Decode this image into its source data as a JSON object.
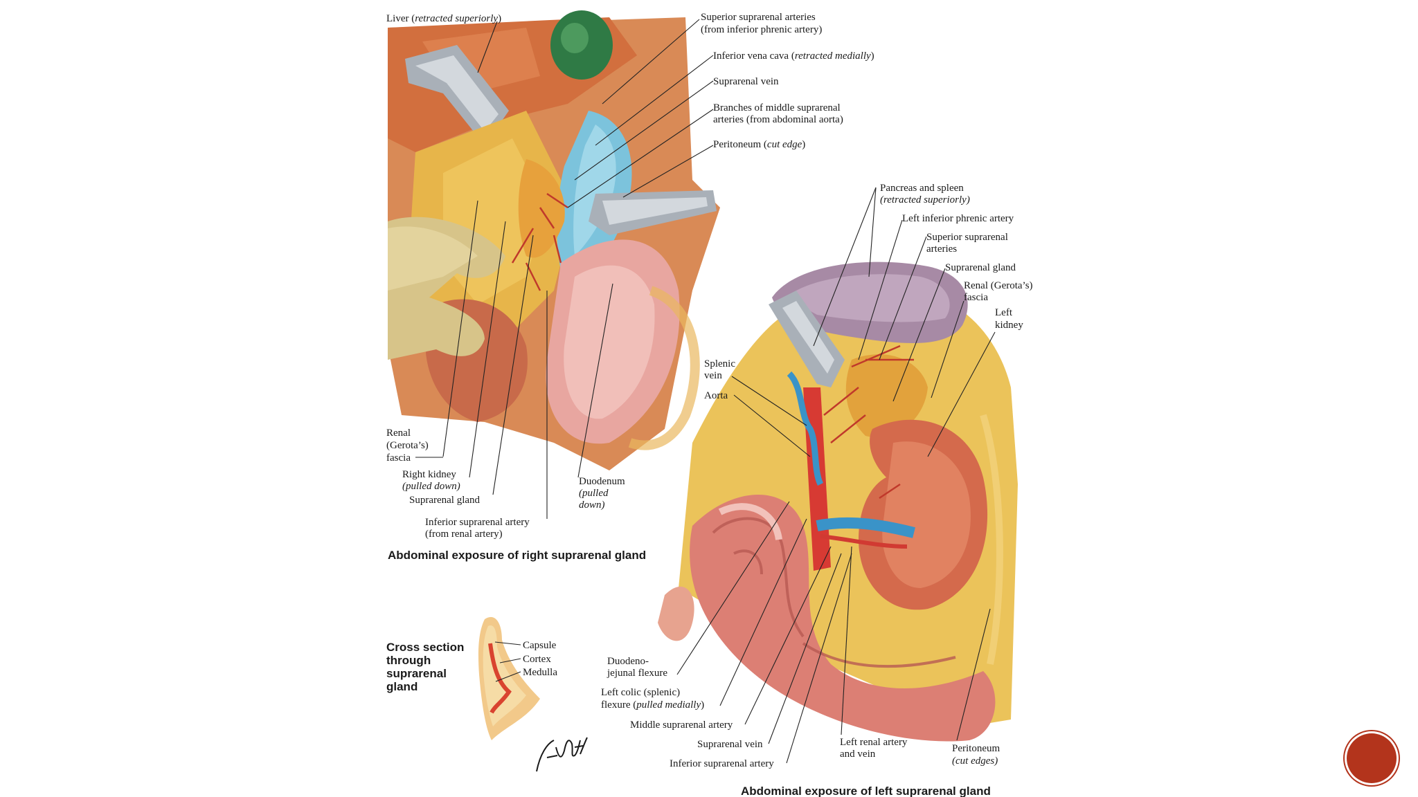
{
  "right_panel": {
    "caption": "Abdominal exposure of right suprarenal gland",
    "labels": {
      "liver_a": "Liver (",
      "liver_b": "retracted superiorly",
      "liver_c": ")",
      "sup_arteries_1": "Superior suprarenal arteries",
      "sup_arteries_2": "(from inferior phrenic artery)",
      "ivc_a": "Inferior vena cava (",
      "ivc_b": "retracted medially",
      "ivc_c": ")",
      "supra_vein": "Suprarenal vein",
      "middle_branches_1": "Branches of middle suprarenal",
      "middle_branches_2": "arteries (from abdominal aorta)",
      "peritoneum_a": "Peritoneum (",
      "peritoneum_b": "cut edge",
      "peritoneum_c": ")",
      "renal_fascia_1": "Renal",
      "renal_fascia_2": "(Gerota’s)",
      "renal_fascia_3": "fascia",
      "right_kidney_1": "Right kidney",
      "right_kidney_2": "(pulled down)",
      "supra_gland": "Suprarenal gland",
      "inf_artery_1": "Inferior suprarenal artery",
      "inf_artery_2": "(from renal artery)",
      "duodenum_1": "Duodenum",
      "duodenum_2": "(pulled",
      "duodenum_3": "down)"
    }
  },
  "left_panel": {
    "caption": "Abdominal exposure of left suprarenal gland",
    "labels": {
      "pancreas_1": "Pancreas and spleen",
      "pancreas_2": "(retracted superiorly)",
      "left_inf_phrenic": "Left inferior phrenic artery",
      "sup_supra_1": "Superior suprarenal",
      "sup_supra_2": "arteries",
      "supra_gland": "Suprarenal gland",
      "renal_fascia_1": "Renal (Gerota’s)",
      "renal_fascia_2": "fascia",
      "left_kidney_1": "Left",
      "left_kidney_2": "kidney",
      "splenic_vein_1": "Splenic",
      "splenic_vein_2": "vein",
      "aorta": "Aorta",
      "duodenojejunal_1": "Duodeno-",
      "duodenojejunal_2": "jejunal flexure",
      "left_colic_1": "Left colic (splenic)",
      "left_colic_2a": "flexure (",
      "left_colic_2b": "pulled medially",
      "left_colic_2c": ")",
      "middle_artery": "Middle suprarenal artery",
      "supra_vein": "Suprarenal vein",
      "inf_artery": "Inferior suprarenal artery",
      "renal_av_1": "Left renal artery",
      "renal_av_2": "and vein",
      "peritoneum_1": "Peritoneum",
      "peritoneum_2": "(cut edges)"
    }
  },
  "cross_section": {
    "title_1": "Cross section",
    "title_2": "through",
    "title_3": "suprarenal",
    "title_4": "gland",
    "capsule": "Capsule",
    "cortex": "Cortex",
    "medulla": "Medulla"
  },
  "colors": {
    "accent_button": "#b3341c"
  }
}
